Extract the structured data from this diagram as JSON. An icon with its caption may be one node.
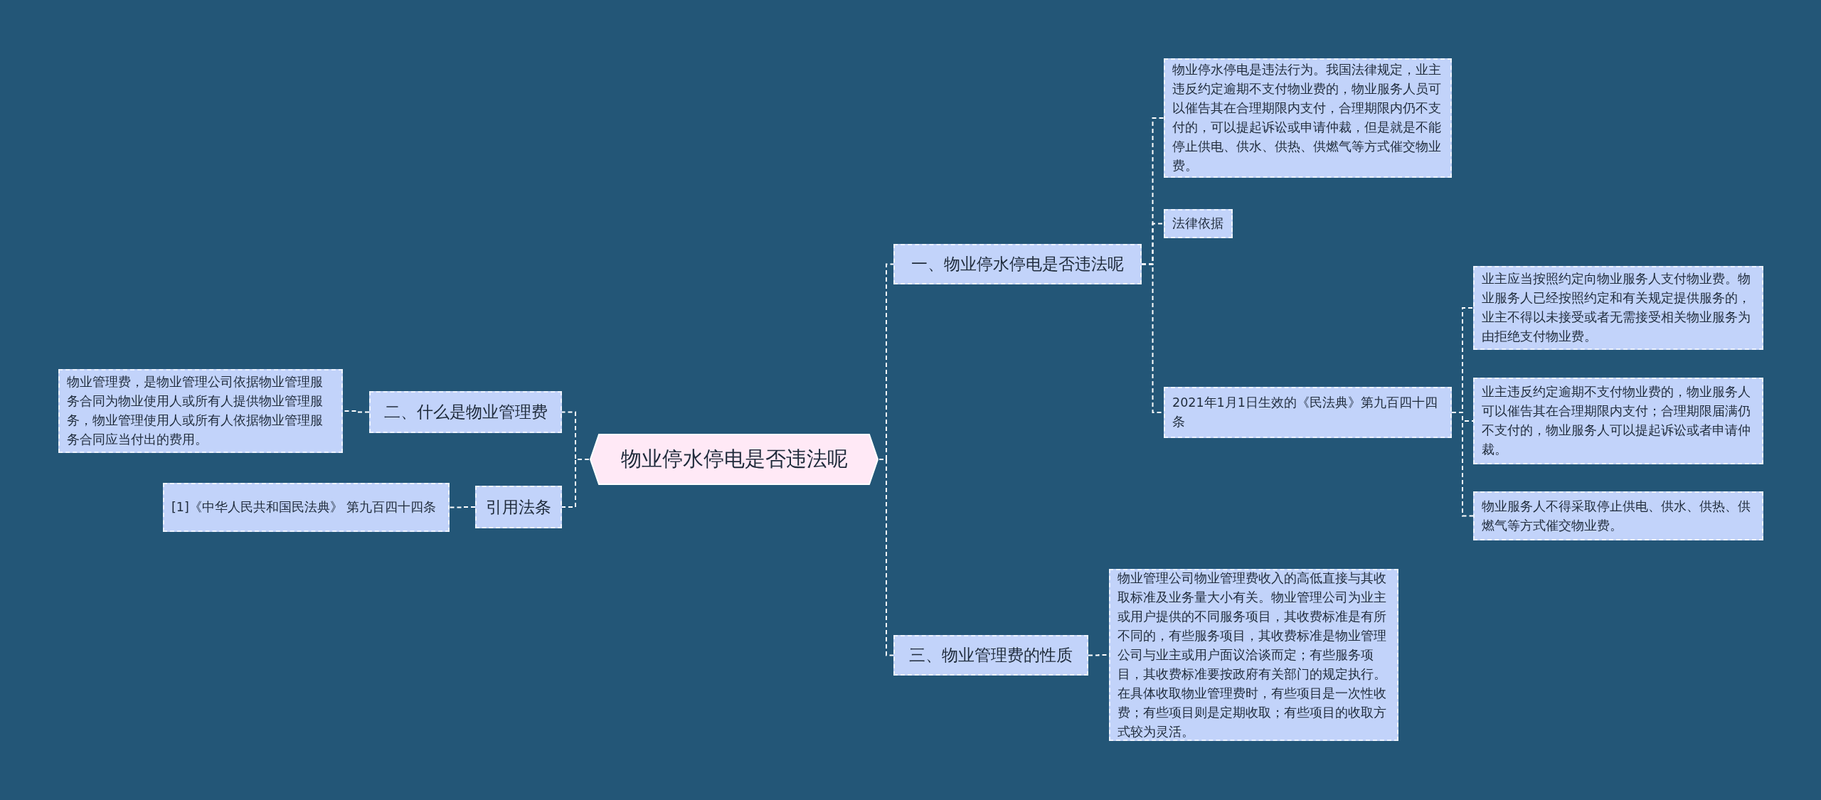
{
  "diagram": {
    "nodes": [
      {
        "text": [
          "物业停水停电是否违法呢"
        ]
      },
      {
        "text": [
          "一、物业停水停电是否违法呢"
        ]
      },
      {
        "text": [
          "物业停水停电是违法行为。我国法律规定，业主违反约定逾期不支付物业费的，物业服务人员可以催告其在合理期限内支付，合理期限内仍不支付的，可以提起诉讼或申请仲裁，但是就是不能停止供电、供水、供热、供燃气等方式催交物业费。"
        ]
      },
      {
        "text": [
          "法律依据"
        ]
      },
      {
        "text": [
          "2021年1月1日生效的《民法典》第九百四十四条"
        ]
      },
      {
        "text": [
          "业主应当按照约定向物业服务人支付物业费。物业服务人已经按照约定和有关规定提供服务的，业主不得以未接受或者无需接受相关物业服务为由拒绝支付物业费。"
        ]
      },
      {
        "text": [
          "业主违反约定逾期不支付物业费的，物业服务人可以催告其在合理期限内支付；合理期限届满仍不支付的，物业服务人可以提起诉讼或者申请仲裁。"
        ]
      },
      {
        "text": [
          "物业服务人不得采取停止供电、供水、供热、供燃气等方式催交物业费。"
        ]
      },
      {
        "text": [
          "三、物业管理费的性质"
        ]
      },
      {
        "text": [
          "物业管理公司物业管理费收入的高低直接与其收取标准及业务量大小有关。物业管理公司为业主或用户提供的不同服务项目，其收费标准是有所不同的，有些服务项目，其收费标准是物业管理公司与业主或用户面议洽谈而定；有些服务项目，其收费标准要按政府有关部门的规定执行。在具体收取物业管理费时，有些项目是一次性收费；有些项目则是定期收取；有些项目的收取方式较为灵活。"
        ]
      },
      {
        "text": [
          "二、什么是物业管理费"
        ]
      },
      {
        "text": [
          "物业管理费，是物业管理公司依据物业管理服务合同为物业使用人或所有人提供物业管理服务，物业管理使用人或所有人依据物业管理服务合同应当付出的费用。"
        ]
      },
      {
        "text": [
          "引用法条"
        ]
      },
      {
        "text": [
          "[1]《中华人民共和国民法典》 第九百四十四条"
        ]
      }
    ],
    "edges": [
      {
        "from": 0,
        "to": 1,
        "arrow": "none"
      },
      {
        "from": 1,
        "to": 2,
        "arrow": "none"
      },
      {
        "from": 1,
        "to": 3,
        "arrow": "none"
      },
      {
        "from": 1,
        "to": 4,
        "arrow": "none"
      },
      {
        "from": 4,
        "to": 5,
        "arrow": "none"
      },
      {
        "from": 4,
        "to": 6,
        "arrow": "none"
      },
      {
        "from": 4,
        "to": 7,
        "arrow": "none"
      },
      {
        "from": 0,
        "to": 8,
        "arrow": "none"
      },
      {
        "from": 8,
        "to": 9,
        "arrow": "none"
      },
      {
        "from": 0,
        "to": 10,
        "arrow": "none"
      },
      {
        "from": 10,
        "to": 11,
        "arrow": "none"
      },
      {
        "from": 0,
        "to": 12,
        "arrow": "none"
      },
      {
        "from": 12,
        "to": 13,
        "arrow": "none"
      }
    ]
  }
}
